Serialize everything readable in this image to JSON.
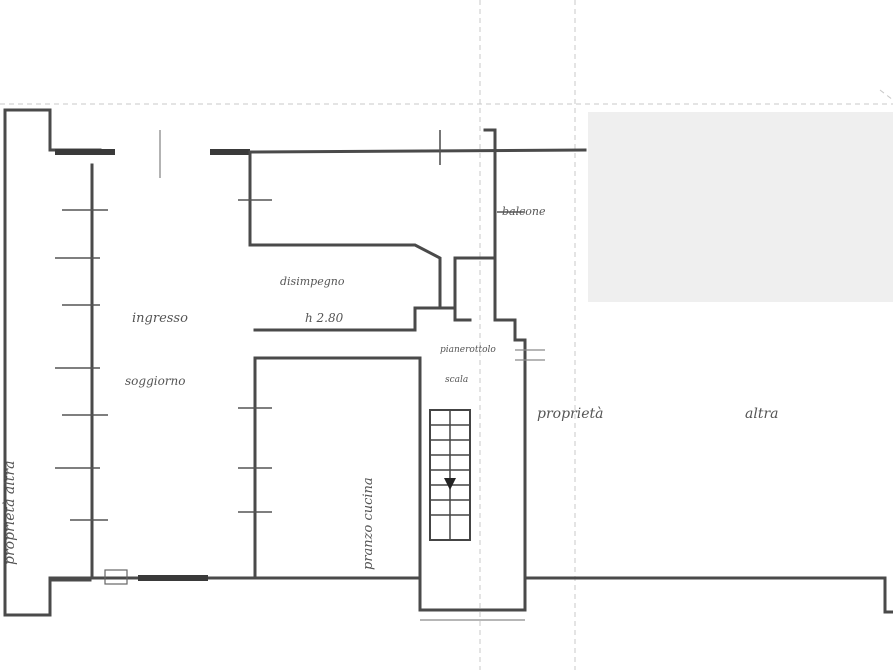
{
  "plan": {
    "labels": {
      "room_a": "ingresso",
      "room_b": "soggiorno",
      "corridor": "disimpegno",
      "height": "h 2.80",
      "balcony": "balcone",
      "landing": "pianerottolo",
      "adjacent_left": "proprietà",
      "side_room": "pranzo cucina",
      "neighbor_1": "proprietà",
      "neighbor_2": "altra",
      "stair_small": "scala",
      "vertical_left": "proprietà altra"
    }
  }
}
